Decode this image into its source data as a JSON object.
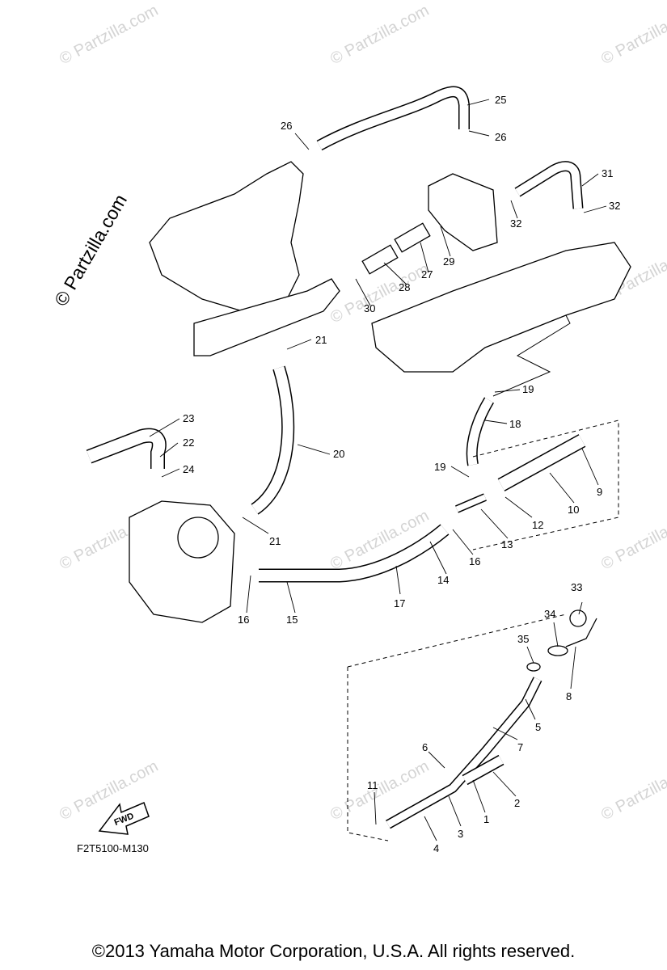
{
  "watermark": "© Partzilla.com",
  "side_watermark": "© Partzilla.com",
  "diagram_code": "F2T5100-M130",
  "fwd_label": "FWD",
  "copyright": "©2013  Yamaha Motor Corporation, U.S.A. All rights reserved.",
  "callouts": [
    "25",
    "26",
    "26",
    "31",
    "32",
    "32",
    "27",
    "29",
    "28",
    "30",
    "21",
    "23",
    "22",
    "24",
    "20",
    "19",
    "18",
    "19",
    "9",
    "10",
    "12",
    "13",
    "16",
    "21",
    "14",
    "17",
    "16",
    "15",
    "33",
    "34",
    "35",
    "8",
    "5",
    "7",
    "6",
    "2",
    "1",
    "3",
    "11",
    "4"
  ]
}
